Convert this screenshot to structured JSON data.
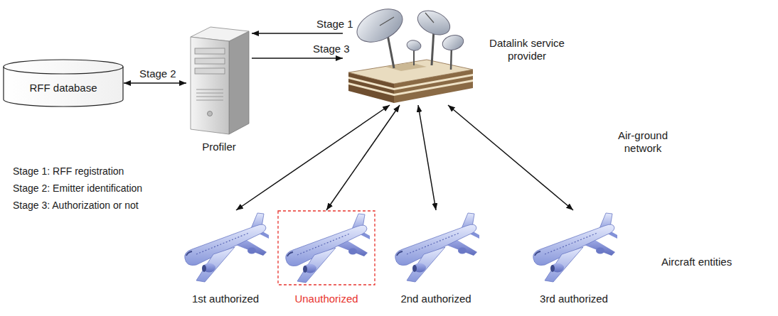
{
  "diagram": {
    "nodes": [
      {
        "text": [
          "RFF database"
        ]
      },
      {
        "text": [
          "Profiler"
        ]
      },
      {
        "text": [
          "Datalink service provider"
        ]
      },
      {
        "text": [
          "1st authorized"
        ]
      },
      {
        "text": [
          "Unauthorized"
        ]
      },
      {
        "text": [
          "2nd authorized"
        ]
      },
      {
        "text": [
          "3rd authorized"
        ]
      }
    ],
    "edges": [
      {
        "from": 2,
        "to": 1,
        "arrow": "to",
        "label": "Stage 1"
      },
      {
        "from": 0,
        "to": 1,
        "arrow": "both",
        "label": "Stage 2"
      },
      {
        "from": 1,
        "to": 2,
        "arrow": "to",
        "label": "Stage 3"
      },
      {
        "from": 2,
        "to": 3,
        "arrow": "both"
      },
      {
        "from": 2,
        "to": 4,
        "arrow": "both"
      },
      {
        "from": 2,
        "to": 5,
        "arrow": "both"
      },
      {
        "from": 2,
        "to": 6,
        "arrow": "both"
      }
    ],
    "labels": [
      "Stage 1: RFF registration",
      "Stage 2: Emitter identification",
      "Stage 3: Authorization or not",
      "Air-ground network",
      "Aircraft entities"
    ]
  }
}
